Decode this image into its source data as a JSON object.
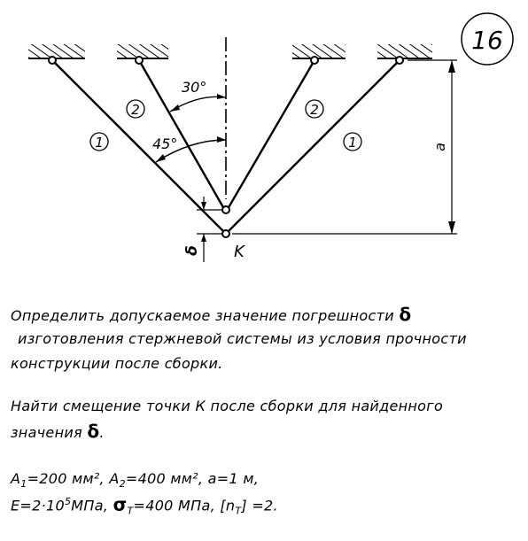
{
  "figure": {
    "number": "16",
    "angle_30": "30°",
    "angle_45": "45°",
    "rod_1": "1",
    "rod_2": "2",
    "dim_a": "a",
    "dim_delta": "δ",
    "point_K": "K"
  },
  "problem": {
    "line1": "Определить допускаемое значение погрешности",
    "delta": "δ",
    "line2": "изготовления стержневой системы из условия прочности",
    "line3": "конструкции после сборки.",
    "line4": "Найти смещение точки К после сборки для найденного",
    "line5": "значения",
    "line5_end": "."
  },
  "given": {
    "A1_sym": "A",
    "A1_sub": "1",
    "A1_val": "=200 мм²,",
    "A2_sym": "A",
    "A2_sub": "2",
    "A2_val": "=400 мм²,",
    "a_val": "a=1 м,",
    "E_pre": "E=2·10",
    "E_exp": "5",
    "E_unit": "МПа,",
    "sigma": "σ",
    "sigma_sub": "T",
    "sigma_val": "=400 МПа,",
    "n_pre": "[n",
    "n_sub": "T",
    "n_val": "] =2."
  }
}
